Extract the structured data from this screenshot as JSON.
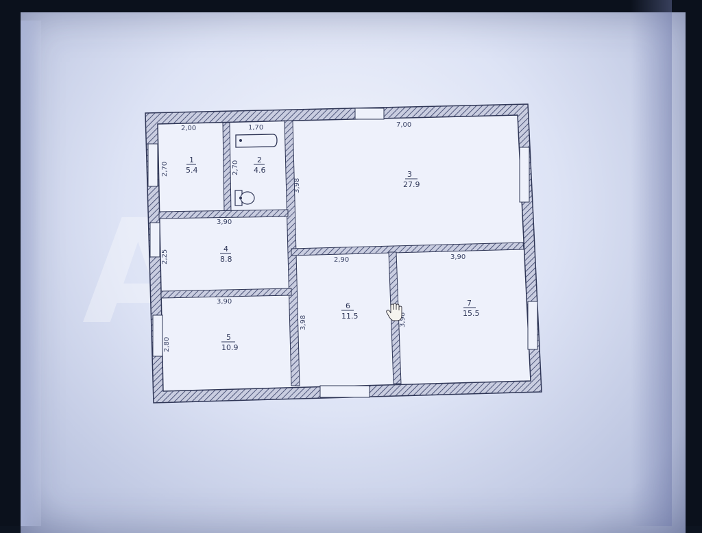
{
  "watermark": "Avito",
  "rooms": [
    {
      "number": "1",
      "area": "5.4"
    },
    {
      "number": "2",
      "area": "4.6"
    },
    {
      "number": "3",
      "area": "27.9"
    },
    {
      "number": "4",
      "area": "8.8"
    },
    {
      "number": "5",
      "area": "10.9"
    },
    {
      "number": "6",
      "area": "11.5"
    },
    {
      "number": "7",
      "area": "15.5"
    }
  ],
  "dimensions": {
    "room1_width": "2,00",
    "room2_width": "1,70",
    "room3_width": "7,00",
    "room1_height": "2,70",
    "room2_height": "2,70",
    "room3_left_height": "3,98",
    "room4_width": "3,90",
    "room4_height": "2,25",
    "room5_width": "3,90",
    "room5_height": "2,80",
    "room6_width": "2,90",
    "room6_height": "3,98",
    "room7_width": "3,90",
    "room7_left_height": "3,98"
  },
  "colors": {
    "wall_fill": "#c9cde0",
    "wall_hatch": "#4d557a",
    "wall_outline": "#2f3656",
    "room_fill": "#eef1fb"
  },
  "icons": [
    "bathtub-icon",
    "toilet-icon",
    "hand-cursor-icon"
  ]
}
